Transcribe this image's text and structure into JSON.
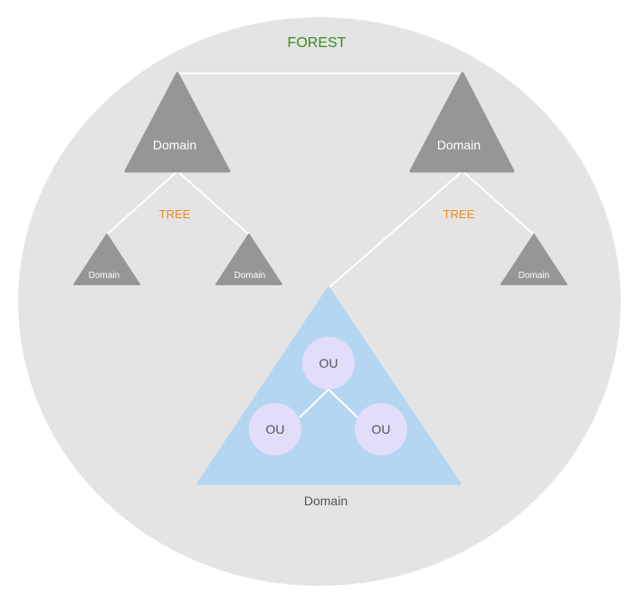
{
  "forest": {
    "label": "FOREST",
    "label_color": "#3e8a1d",
    "fill_color": "#e4e4e4"
  },
  "trees": [
    {
      "label": "TREE"
    },
    {
      "label": "TREE"
    }
  ],
  "tree_label_color": "#f0891e",
  "domains": {
    "root_left": "Domain",
    "root_right": "Domain",
    "child_left_1": "Domain",
    "child_left_2": "Domain",
    "child_right_1": "Domain",
    "expanded": "Domain"
  },
  "domain_fill_color": "#969696",
  "expanded_domain_fill_color": "#b5d6f1",
  "ous": {
    "top": "OU",
    "left": "OU",
    "right": "OU"
  },
  "ou_fill_color": "#e1ddfb",
  "ou_text_color": "#555555",
  "line_color": "#ffffff"
}
